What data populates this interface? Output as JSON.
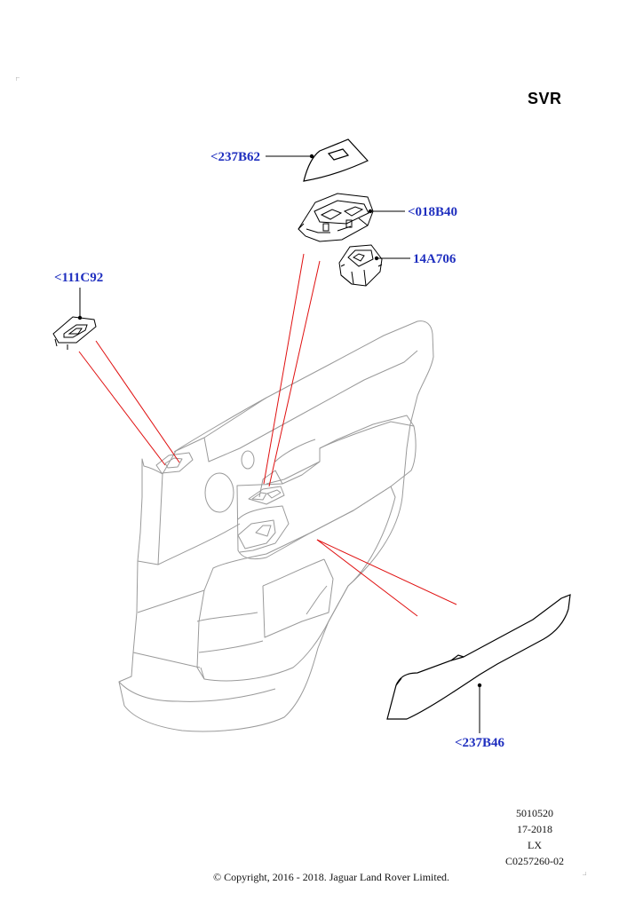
{
  "variant_label": "SVR",
  "callouts": {
    "bezel_upper": "<237B62",
    "switch_pack": "<018B40",
    "window_switch": "14A706",
    "lock_switch": "<111C92",
    "trim_insert": "<237B46"
  },
  "reference": {
    "illustration_number": "5010520",
    "model_year": "17-2018",
    "model_code": "LX",
    "diagram_id": "C0257260-02"
  },
  "copyright": "© Copyright, 2016 - 2018. Jaguar Land Rover Limited.",
  "colors": {
    "callout_text": "#1f2fbf",
    "leader_lines": "#e01010",
    "outline_parts": "#000000",
    "door_outline": "#9a9a9a"
  }
}
